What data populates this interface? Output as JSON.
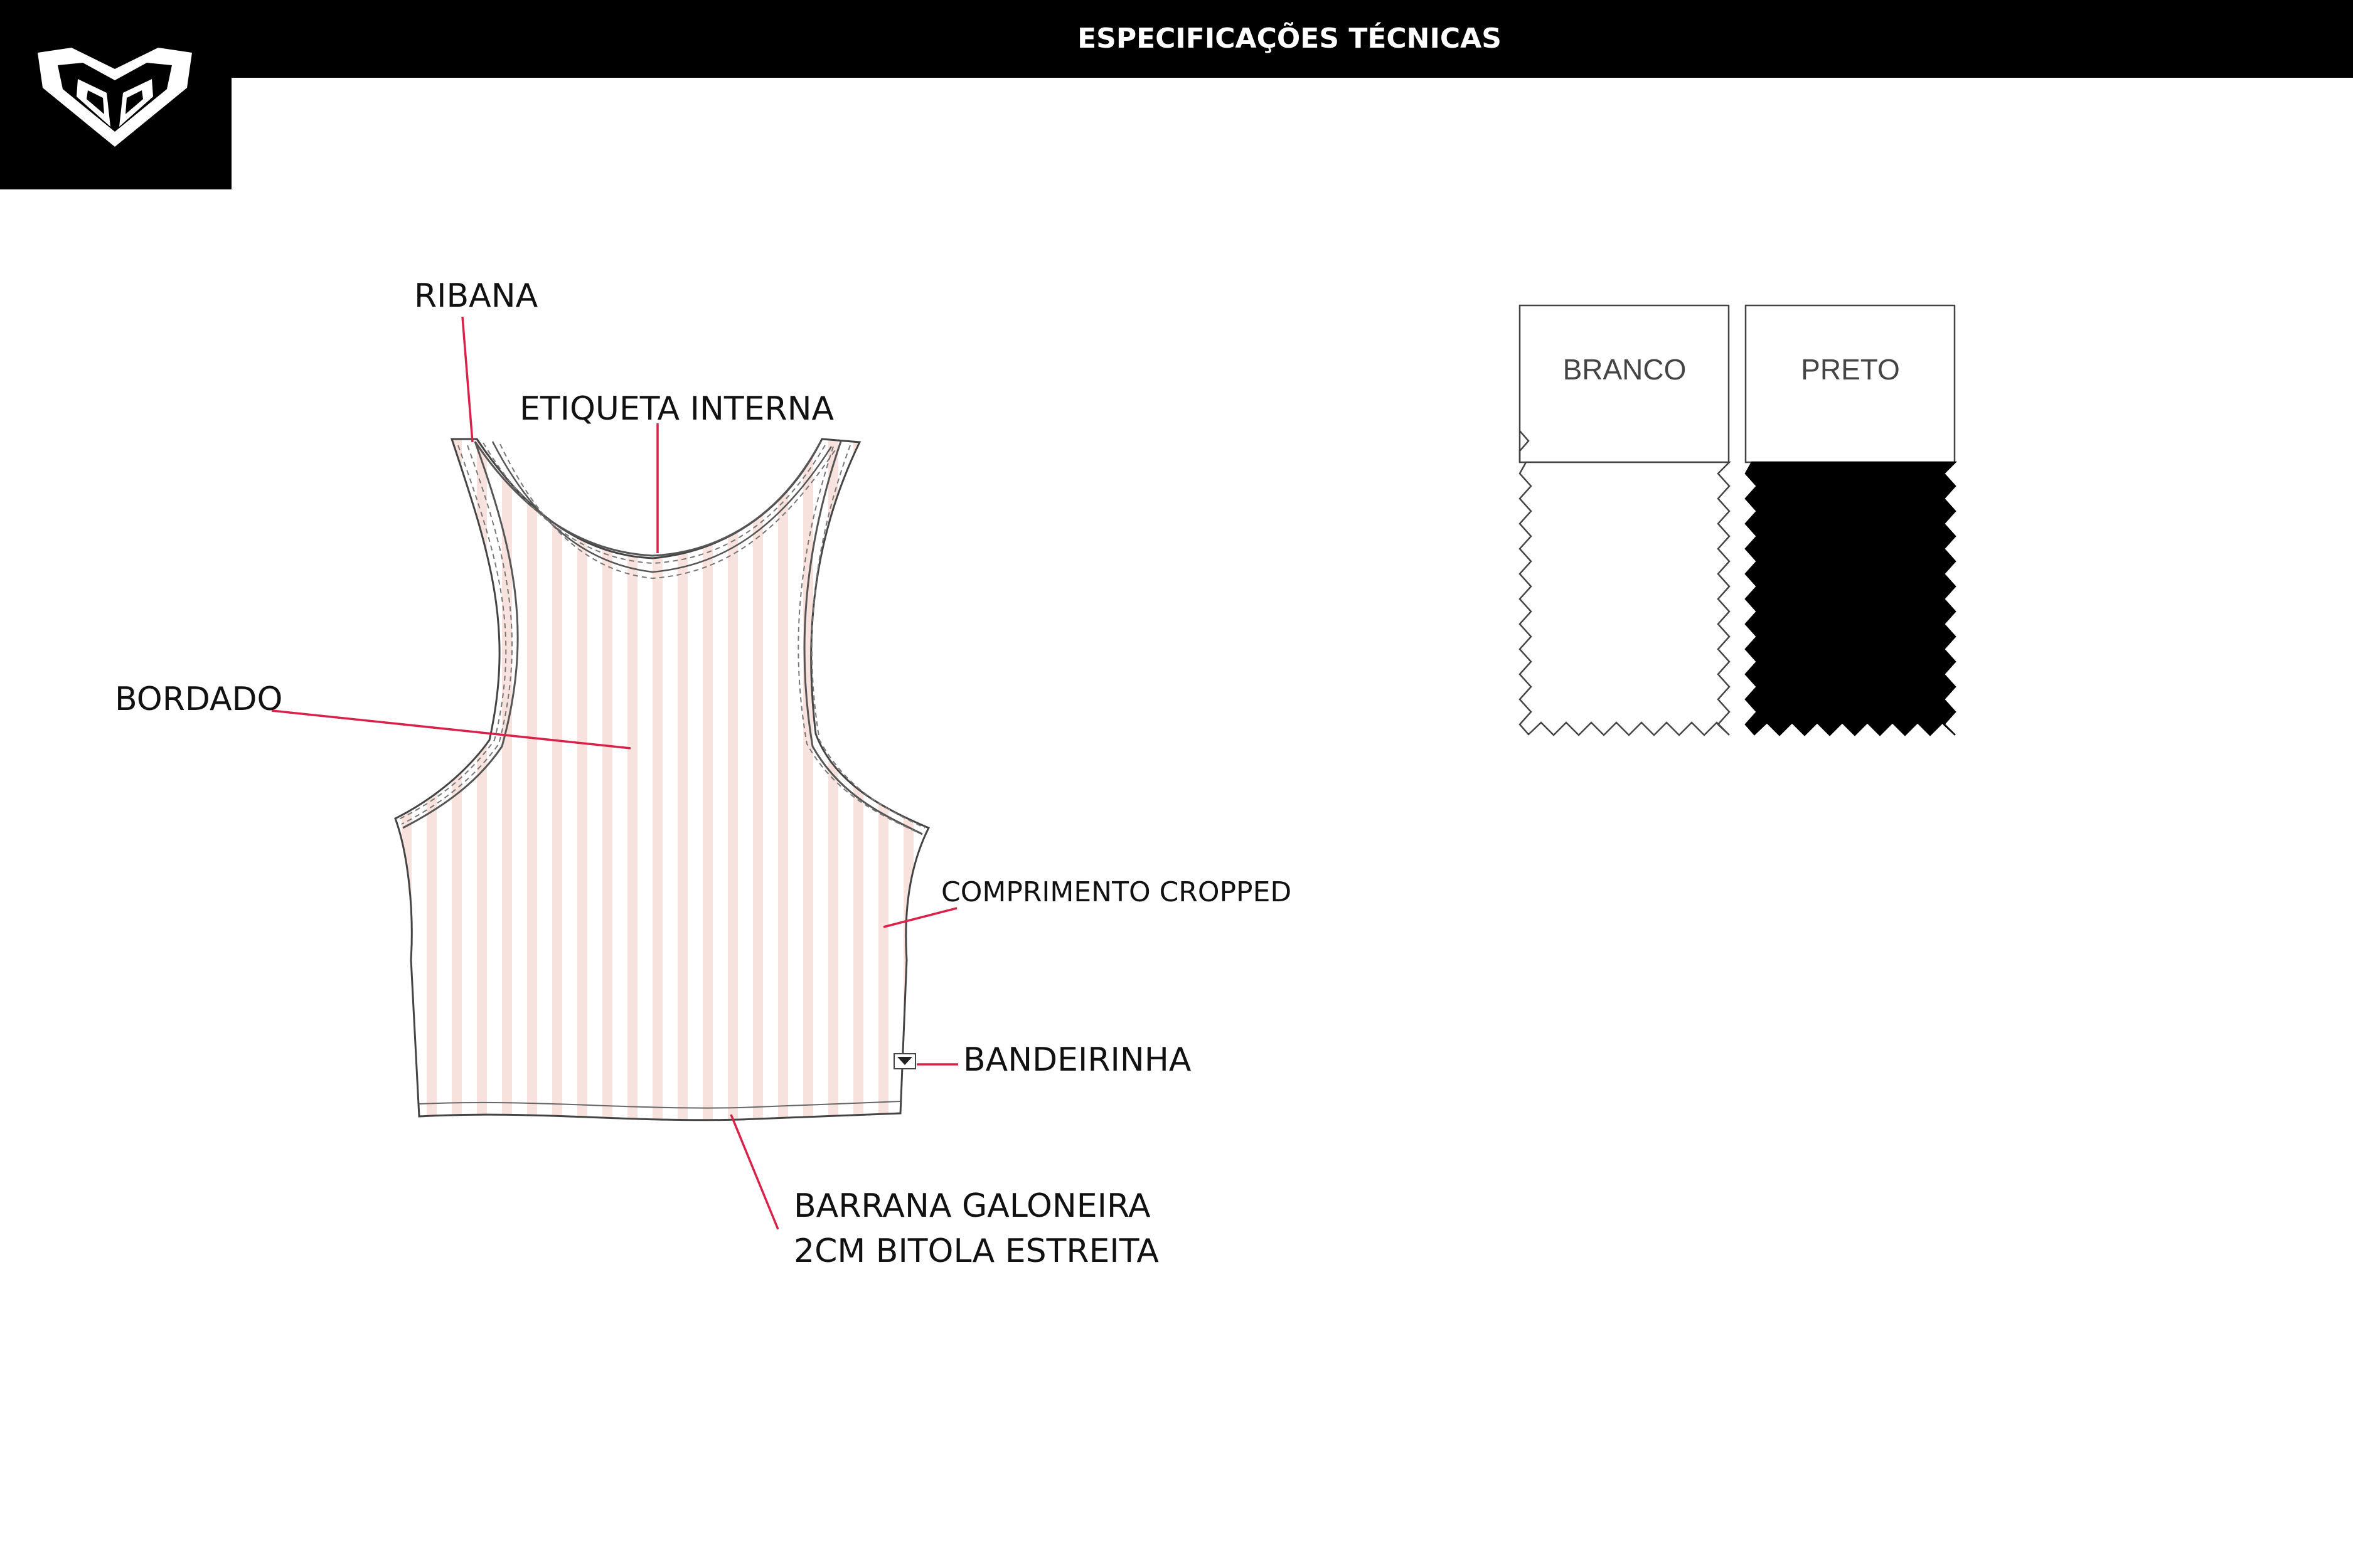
{
  "header": {
    "title": "ESPECIFICAÇÕES TÉCNICAS",
    "logo_icon": "heart-logo-icon"
  },
  "callouts": {
    "ribana": "RIBANA",
    "etiqueta_interna": "ETIQUETA INTERNA",
    "bordado": "BORDADO",
    "comprimento": "COMPRIMENTO CROPPED",
    "bandeirinha": "BANDEIRINHA",
    "barrana_line1": "BARRANA GALONEIRA",
    "barrana_line2": "2CM BITOLA ESTREITA"
  },
  "swatches": [
    {
      "label": "BRANCO",
      "color": "#ffffff"
    },
    {
      "label": "PRETO",
      "color": "#000000"
    }
  ],
  "colors": {
    "leader_line": "#d8224a",
    "garment_stripe": "#f6dcd8",
    "header_bg": "#000000"
  }
}
